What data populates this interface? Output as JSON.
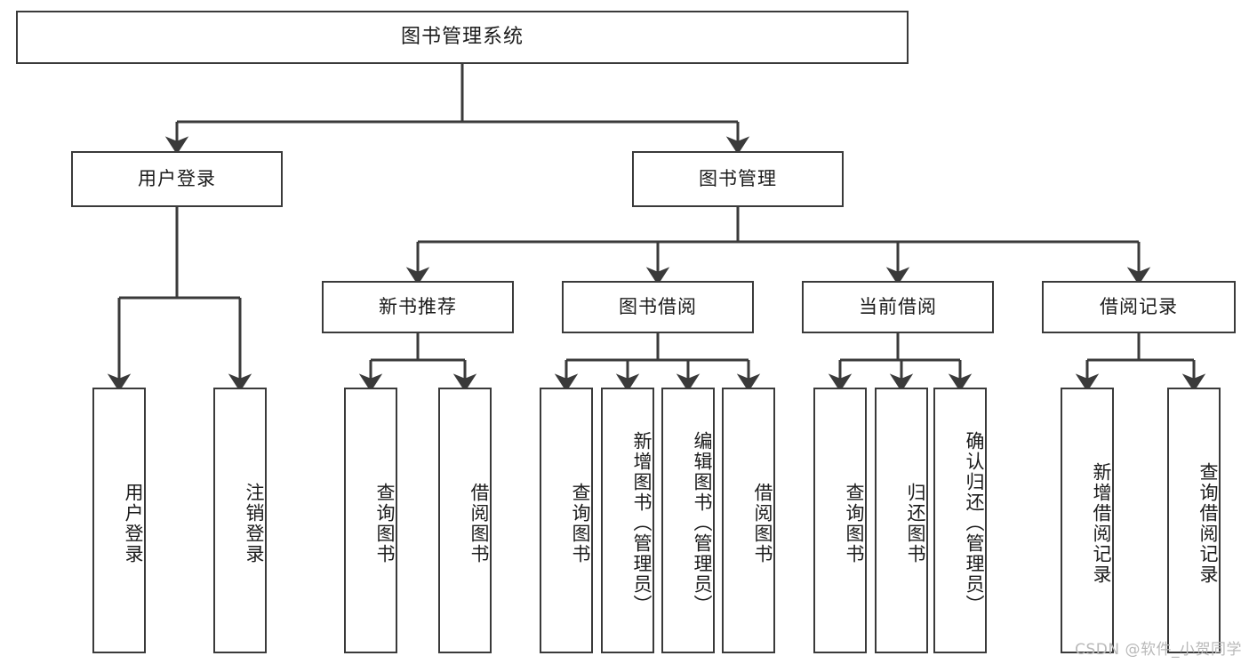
{
  "diagram": {
    "type": "tree",
    "title": "图书管理系统",
    "stroke_color": "#3a3a3a",
    "fill_color": "#ffffff",
    "text_color": "#1b1b1b",
    "root": {
      "label": "图书管理系统"
    },
    "level1": [
      {
        "label": "用户登录"
      },
      {
        "label": "图书管理"
      }
    ],
    "level2": [
      {
        "label": "新书推荐"
      },
      {
        "label": "图书借阅"
      },
      {
        "label": "当前借阅"
      },
      {
        "label": "借阅记录"
      }
    ],
    "leaves": {
      "user_login": [
        {
          "label": "用户登录"
        },
        {
          "label": "注销登录"
        }
      ],
      "new_book_recommend": [
        {
          "label": "查询图书"
        },
        {
          "label": "借阅图书"
        }
      ],
      "book_borrow": [
        {
          "label": "查询图书"
        },
        {
          "label": "新增图书（管理员）"
        },
        {
          "label": "编辑图书（管理员）"
        },
        {
          "label": "借阅图书"
        }
      ],
      "current_borrow": [
        {
          "label": "查询图书"
        },
        {
          "label": "归还图书"
        },
        {
          "label": "确认归还（管理员）"
        }
      ],
      "borrow_record": [
        {
          "label": "新增借阅记录"
        },
        {
          "label": "查询借阅记录"
        }
      ]
    }
  },
  "watermark": {
    "text": "CSDN @软件_小贺同学",
    "color": "#b9b9b9"
  }
}
